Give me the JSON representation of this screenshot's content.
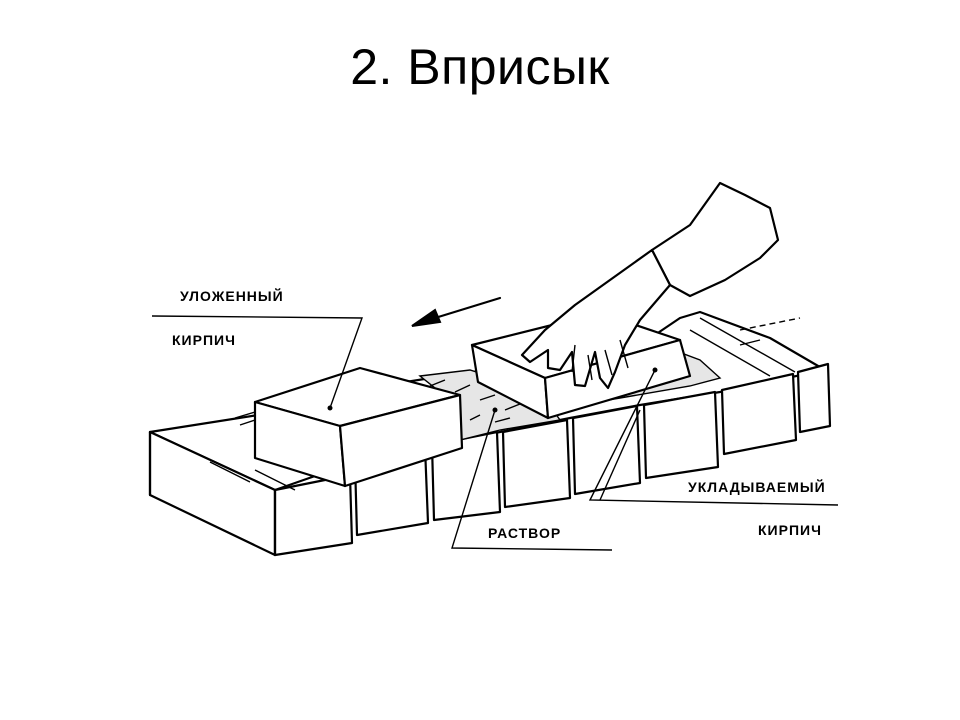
{
  "title": "2. Вприсык",
  "labels": {
    "laid_brick_line1": "УЛОЖЕННЫЙ",
    "laid_brick_line2": "КИРПИЧ",
    "placed_brick_line1": "УКЛАДЫВАЕМЫЙ",
    "placed_brick_line2": "КИРПИЧ",
    "mortar": "РАСТВОР"
  },
  "icons": [
    "direction-arrow-icon",
    "hand-icon"
  ]
}
